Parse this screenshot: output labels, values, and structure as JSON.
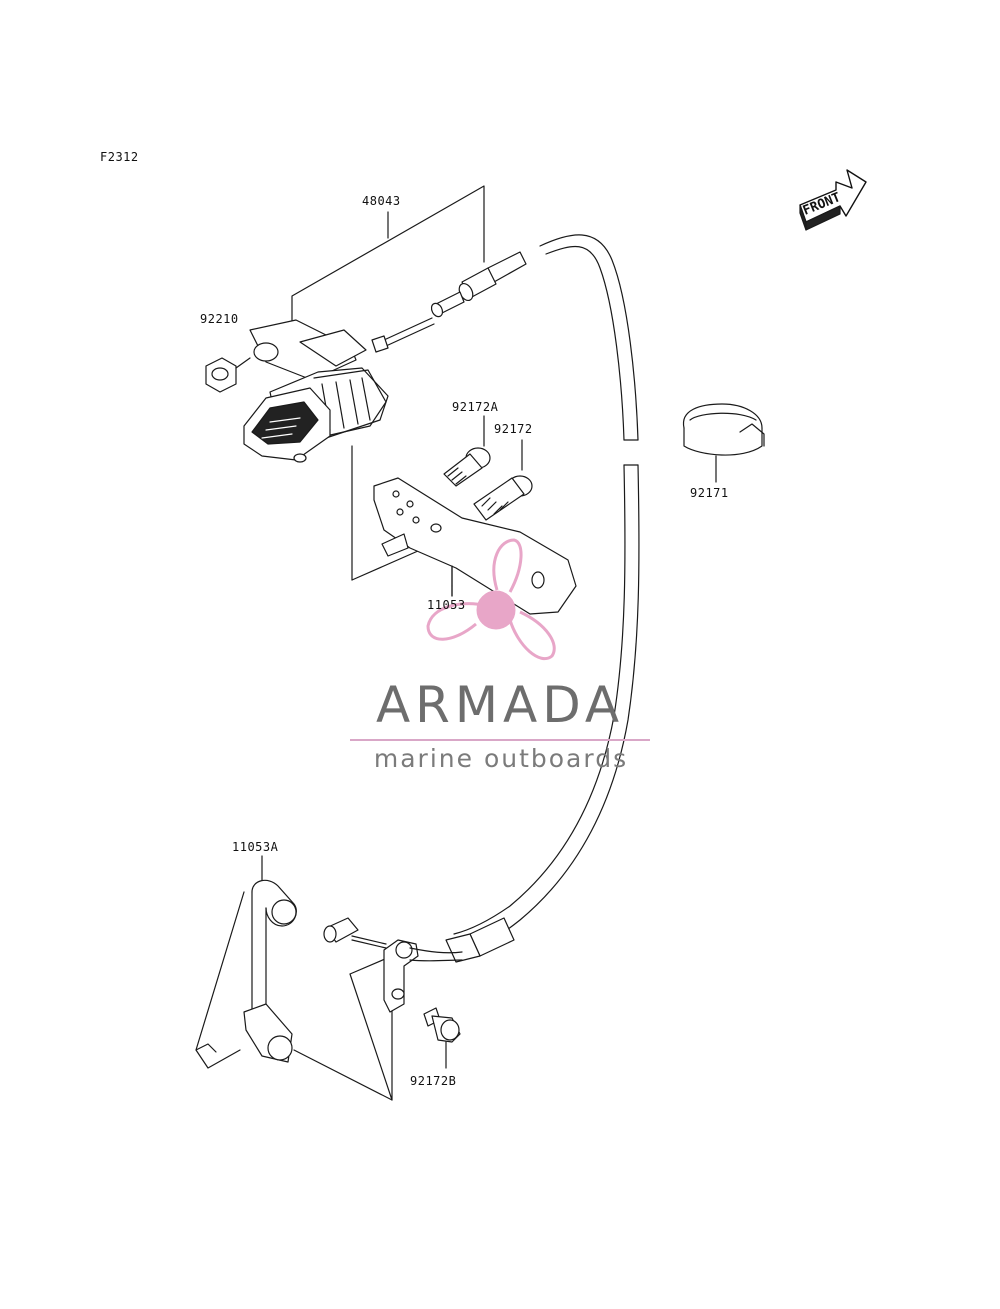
{
  "diagram": {
    "figure_code": "F2312",
    "front_label": "FRONT",
    "parts": {
      "p48043": "48043",
      "p92210": "92210",
      "p92172A": "92172A",
      "p92172": "92172",
      "p92171": "92171",
      "p11053": "11053",
      "p11053A": "11053A",
      "p92172B": "92172B"
    }
  },
  "watermark": {
    "title": "ARMADA",
    "subtitle": "marine outboards",
    "colors": {
      "pink": "#e8a6c8",
      "pink_dark": "#d885b2",
      "gray": "#6d6d6d"
    }
  }
}
